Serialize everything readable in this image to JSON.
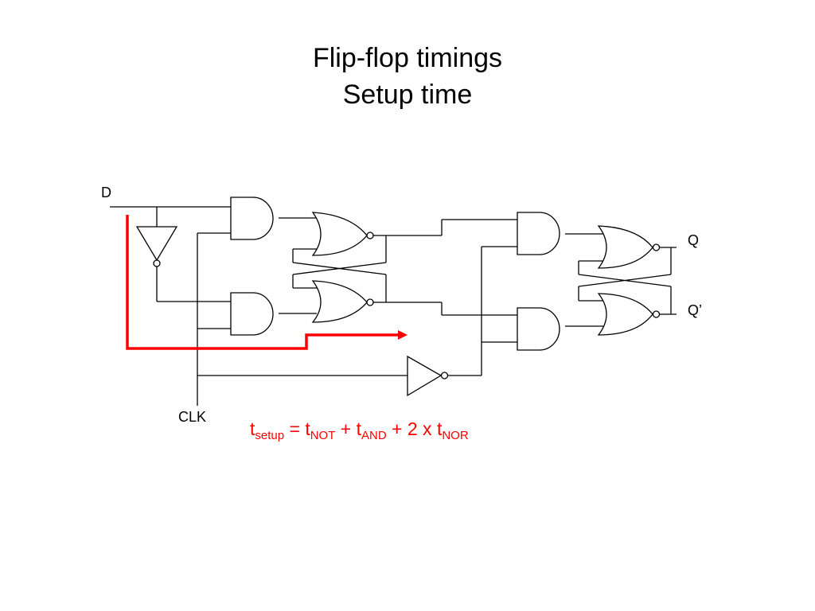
{
  "title": {
    "line1": "Flip-flop timings",
    "line2": "Setup time"
  },
  "labels": {
    "d": "D",
    "clk": "CLK",
    "q": "Q",
    "q_bar": "Q’"
  },
  "formula": {
    "lhs_t": "t",
    "lhs_sub": "setup",
    "eq": " = ",
    "t1": "t",
    "t1_sub": "NOT",
    "plus1": " + ",
    "t2": "t",
    "t2_sub": "AND",
    "plus2": " + 2 x ",
    "t3": "t",
    "t3_sub": "NOR"
  },
  "colors": {
    "wire": "#000000",
    "critical_path": "#ff0000"
  }
}
